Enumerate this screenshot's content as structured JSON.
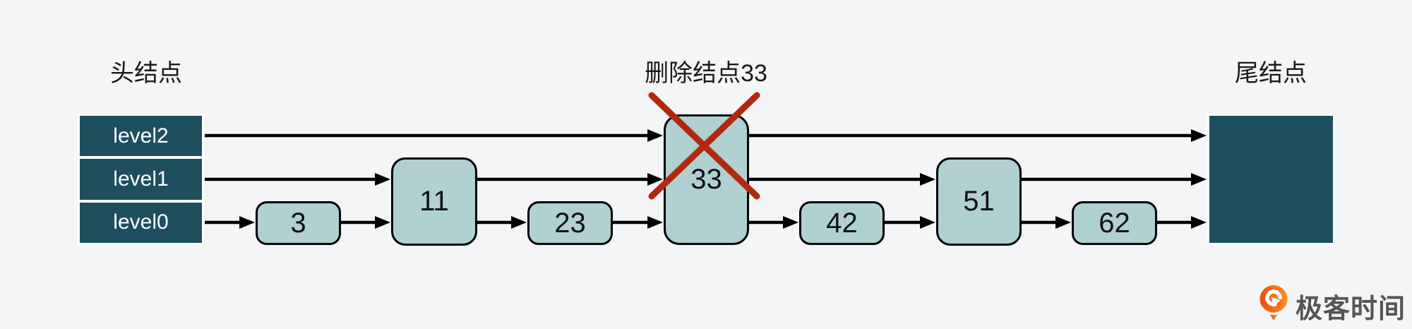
{
  "labels": {
    "head": "头结点",
    "delete_annotation": "删除结点33",
    "tail": "尾结点"
  },
  "head_node": {
    "levels": [
      "level2",
      "level1",
      "level0"
    ]
  },
  "nodes": [
    {
      "value": "3",
      "levels_spanned": 1,
      "deleted": false
    },
    {
      "value": "11",
      "levels_spanned": 2,
      "deleted": false
    },
    {
      "value": "23",
      "levels_spanned": 1,
      "deleted": false
    },
    {
      "value": "33",
      "levels_spanned": 3,
      "deleted": true
    },
    {
      "value": "42",
      "levels_spanned": 1,
      "deleted": false
    },
    {
      "value": "51",
      "levels_spanned": 2,
      "deleted": false
    },
    {
      "value": "62",
      "levels_spanned": 1,
      "deleted": false
    }
  ],
  "diagram": {
    "type": "skiplist-delete-operation",
    "deleted_value": "33",
    "levels": [
      {
        "name": "level2",
        "path": [
          "head",
          "33",
          "tail"
        ]
      },
      {
        "name": "level1",
        "path": [
          "head",
          "11",
          "33",
          "51",
          "tail"
        ]
      },
      {
        "name": "level0",
        "path": [
          "head",
          "3",
          "11",
          "23",
          "33",
          "42",
          "51",
          "62",
          "tail"
        ]
      }
    ]
  },
  "logo": {
    "text": "极客时间"
  },
  "colors": {
    "background": "#f4f5f6",
    "head_tail_fill": "#1f4e5f",
    "node_fill": "#b0d0d1",
    "node_border": "#000000",
    "arrow": "#000000",
    "delete_cross": "#b2280e",
    "logo_orange_start": "#ec4c14",
    "logo_orange_end": "#f9931e",
    "logo_text": "#555555"
  }
}
